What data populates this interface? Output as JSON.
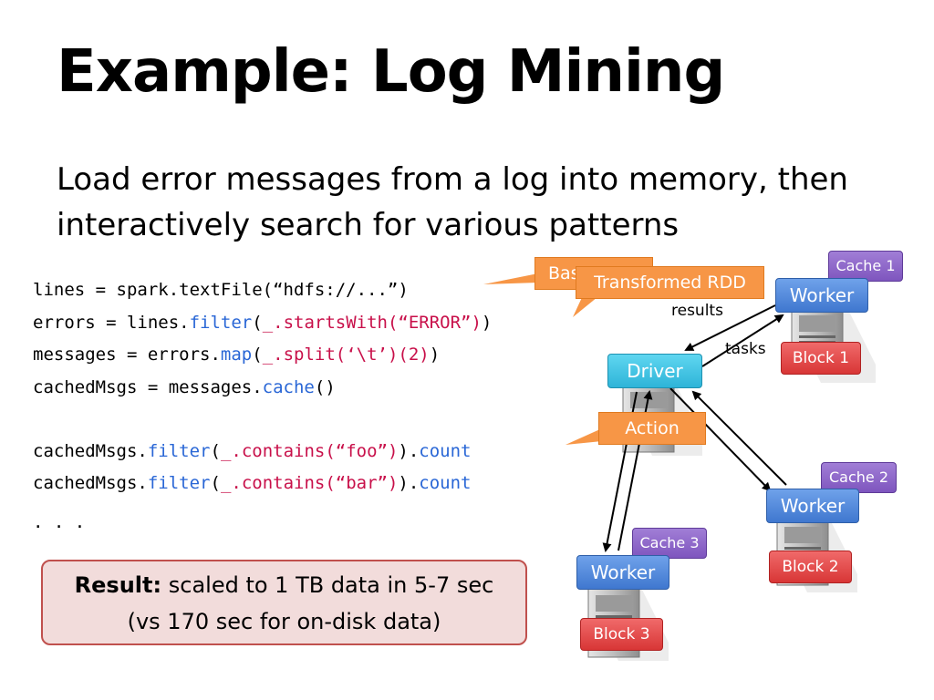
{
  "title": "Example: Log Mining",
  "subtitle": "Load error messages from a log into memory, then interactively search for various patterns",
  "code": {
    "line1": {
      "a": "lines = spark.textFile(“hdfs://...”)"
    },
    "line2": {
      "a": "errors = lines.",
      "k1": "filter",
      "p1": "(",
      "s1": "_.startsWith(“ERROR”)",
      "p2": ")"
    },
    "line3": {
      "a": "messages = errors.",
      "k1": "map",
      "p1": "(",
      "s1": "_.split(‘\\t’)(2)",
      "p2": ")"
    },
    "line4": {
      "a": "cachedMsgs = messages.",
      "k1": "cache",
      "p1": "()"
    },
    "line5": {
      "a": "cachedMsgs.",
      "k1": "filter",
      "p1": "(",
      "s1": "_.contains(“foo”)",
      "p2": ").",
      "k2": "count"
    },
    "line6": {
      "a": "cachedMsgs.",
      "k1": "filter",
      "p1": "(",
      "s1": "_.contains(“bar”)",
      "p2": ").",
      "k2": "count"
    },
    "line7": {
      "a": ". . ."
    }
  },
  "result": {
    "label": "Result:",
    "line1": " scaled to 1 TB data in 5-7 sec",
    "line2": "(vs 170 sec for on-disk data)"
  },
  "diagram": {
    "callout_base": "Base RDD",
    "callout_transformed": "Transformed RDD",
    "callout_action": "Action",
    "driver": "Driver",
    "worker1": "Worker",
    "worker2": "Worker",
    "worker3": "Worker",
    "block1": "Block 1",
    "block2": "Block 2",
    "block3": "Block 3",
    "cache1": "Cache 1",
    "cache2": "Cache 2",
    "cache3": "Cache 3",
    "results": "results",
    "tasks": "tasks"
  },
  "colors": {
    "keyword": "#2a67d6",
    "string": "#c8104a",
    "worker": "#4f86d9",
    "driver": "#3fc3e3",
    "block": "#e04848",
    "cache": "#8e66c9",
    "callout": "#f79646",
    "result_bg": "#f2dcdb"
  }
}
